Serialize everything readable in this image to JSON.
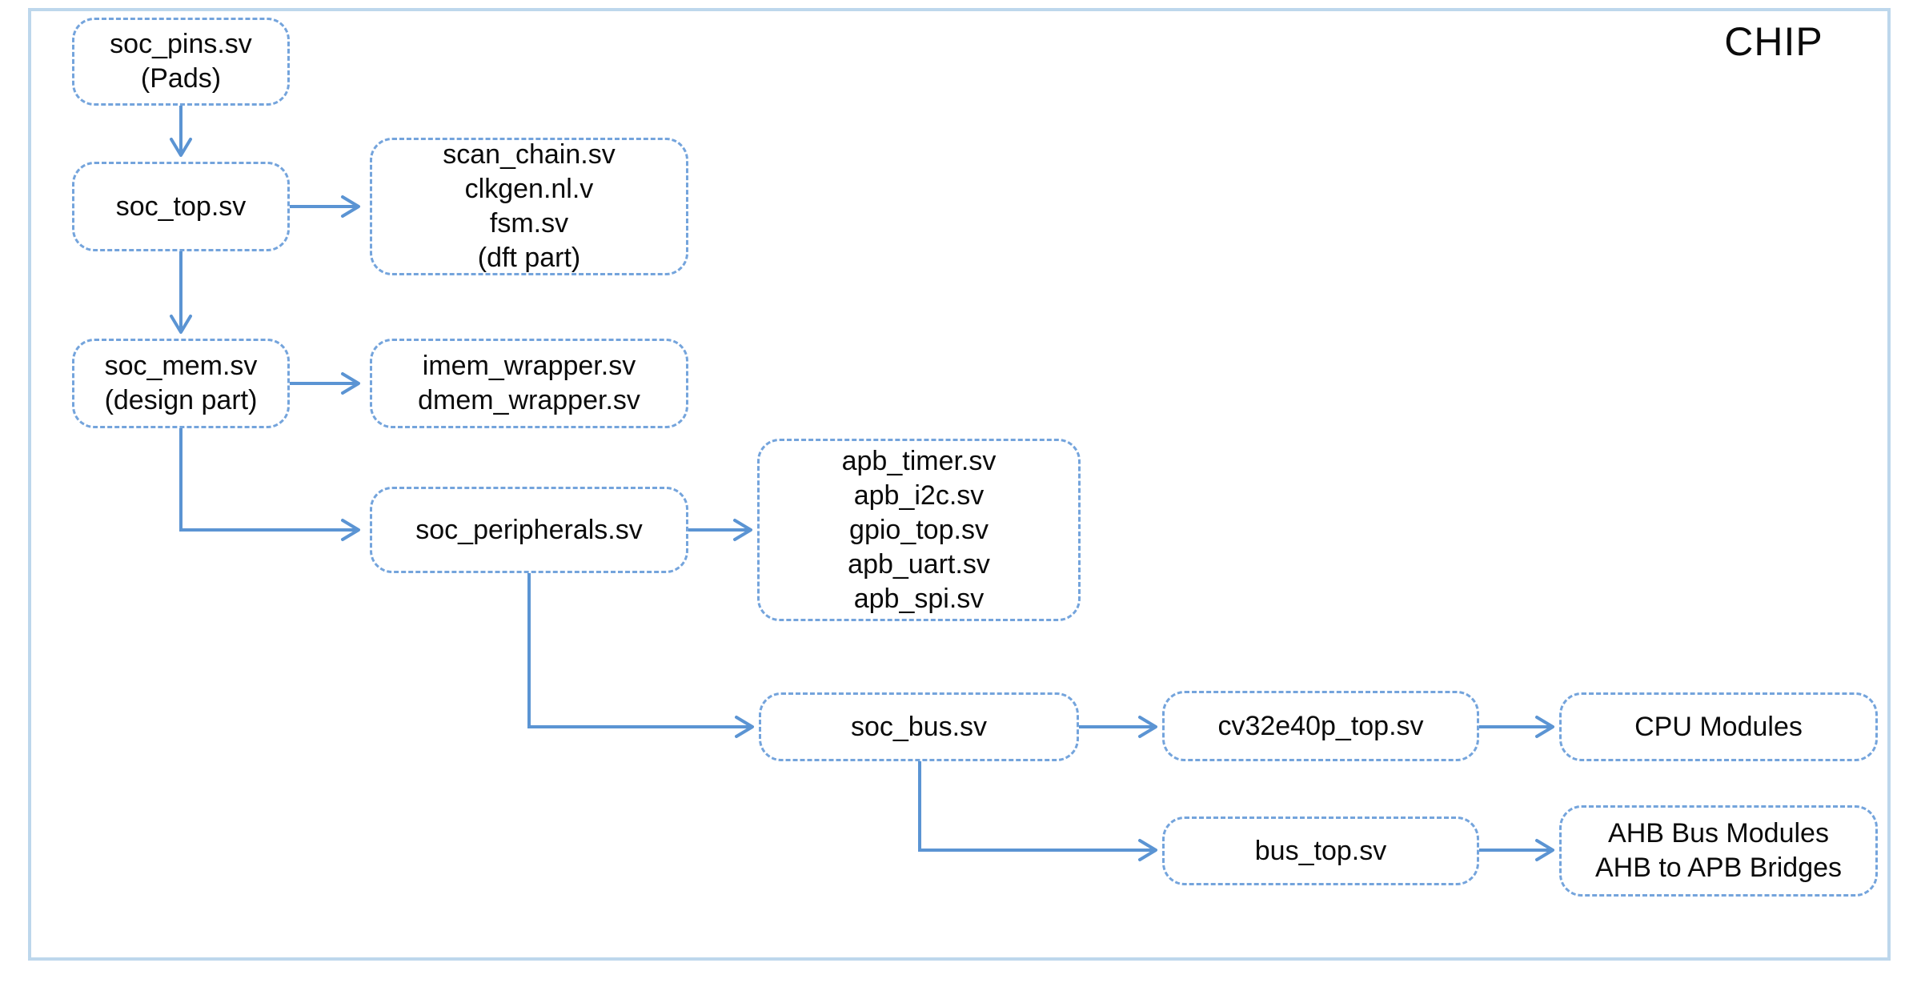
{
  "title": "CHIP",
  "colors": {
    "node_border": "#74A4DC",
    "arrow": "#5B94D3",
    "chip_border": "#BDD7EC",
    "text": "#0B0B0B",
    "background": "#FFFFFF"
  },
  "nodes": {
    "soc_pins": {
      "lines": [
        "soc_pins.sv",
        "(Pads)"
      ]
    },
    "soc_top": {
      "lines": [
        "soc_top.sv"
      ]
    },
    "dft_files": {
      "lines": [
        "scan_chain.sv",
        "clkgen.nl.v",
        "fsm.sv",
        "(dft part)"
      ]
    },
    "soc_mem": {
      "lines": [
        "soc_mem.sv",
        "(design part)"
      ]
    },
    "mem_wrappers": {
      "lines": [
        "imem_wrapper.sv",
        "dmem_wrapper.sv"
      ]
    },
    "soc_peripherals": {
      "lines": [
        "soc_peripherals.sv"
      ]
    },
    "apb_peripherals": {
      "lines": [
        "apb_timer.sv",
        "apb_i2c.sv",
        "gpio_top.sv",
        "apb_uart.sv",
        "apb_spi.sv"
      ]
    },
    "soc_bus": {
      "lines": [
        "soc_bus.sv"
      ]
    },
    "cv32e40p_top": {
      "lines": [
        "cv32e40p_top.sv"
      ]
    },
    "cpu_modules": {
      "lines": [
        "CPU Modules"
      ]
    },
    "bus_top": {
      "lines": [
        "bus_top.sv"
      ]
    },
    "ahb_modules": {
      "lines": [
        "AHB Bus Modules",
        "AHB to APB Bridges"
      ]
    }
  },
  "edges": [
    {
      "from": "soc_pins",
      "to": "soc_top"
    },
    {
      "from": "soc_top",
      "to": "dft_files"
    },
    {
      "from": "soc_top",
      "to": "soc_mem"
    },
    {
      "from": "soc_mem",
      "to": "mem_wrappers"
    },
    {
      "from": "soc_mem",
      "to": "soc_peripherals"
    },
    {
      "from": "soc_peripherals",
      "to": "apb_peripherals"
    },
    {
      "from": "soc_peripherals",
      "to": "soc_bus"
    },
    {
      "from": "soc_bus",
      "to": "cv32e40p_top"
    },
    {
      "from": "cv32e40p_top",
      "to": "cpu_modules"
    },
    {
      "from": "soc_bus",
      "to": "bus_top"
    },
    {
      "from": "bus_top",
      "to": "ahb_modules"
    }
  ]
}
